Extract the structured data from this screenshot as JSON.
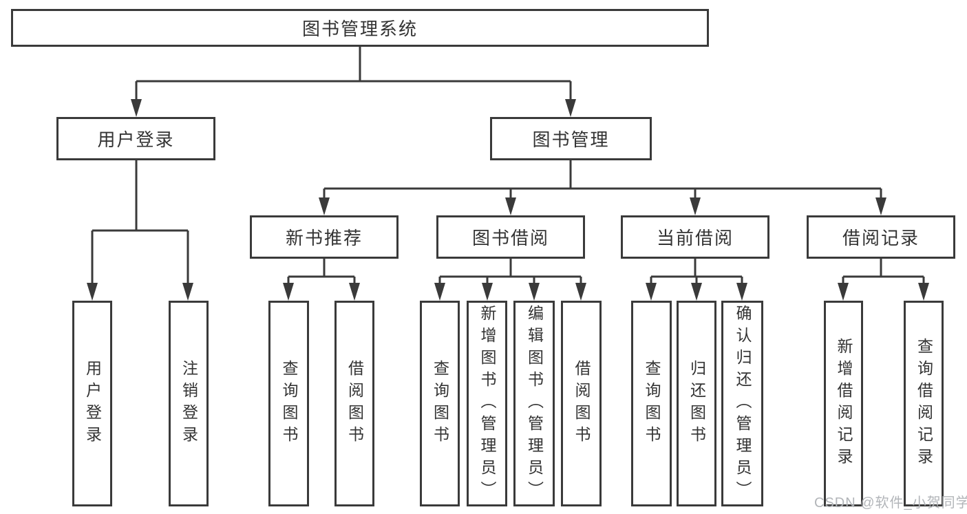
{
  "diagram": {
    "title": "图书管理系统",
    "type": "functional-structure-tree",
    "watermark": "CSDN @软件_小贺同学",
    "colors": {
      "line": "#3a3a3a",
      "box_border": "#3a3a3a",
      "box_fill": "#ffffff",
      "text": "#333333",
      "background": "#ffffff",
      "watermark": "#b2b5b9"
    },
    "nodes": {
      "root": {
        "label": "图书管理系统",
        "children": [
          "user_login",
          "book_mgmt"
        ]
      },
      "user_login": {
        "label": "用户登录",
        "children": [
          "user_login_action",
          "logout_action"
        ]
      },
      "book_mgmt": {
        "label": "图书管理",
        "children": [
          "new_book_rec",
          "book_borrow",
          "current_borrow",
          "borrow_records"
        ]
      },
      "new_book_rec": {
        "label": "新书推荐",
        "children": [
          "nbr_query_books",
          "nbr_borrow_books"
        ]
      },
      "book_borrow": {
        "label": "图书借阅",
        "children": [
          "bb_query_books",
          "bb_add_books",
          "bb_edit_books",
          "bb_borrow_books"
        ]
      },
      "current_borrow": {
        "label": "当前借阅",
        "children": [
          "cb_query_books",
          "cb_return_books",
          "cb_confirm_return"
        ]
      },
      "borrow_records": {
        "label": "借阅记录",
        "children": [
          "br_add_record",
          "br_query_record"
        ]
      },
      "user_login_action": {
        "label": "用户登录"
      },
      "logout_action": {
        "label": "注销登录"
      },
      "nbr_query_books": {
        "label": "查询图书"
      },
      "nbr_borrow_books": {
        "label": "借阅图书"
      },
      "bb_query_books": {
        "label": "查询图书"
      },
      "bb_add_books": {
        "label": "新增图书（管理员）"
      },
      "bb_edit_books": {
        "label": "编辑图书（管理员）"
      },
      "bb_borrow_books": {
        "label": "借阅图书"
      },
      "cb_query_books": {
        "label": "查询图书"
      },
      "cb_return_books": {
        "label": "归还图书"
      },
      "cb_confirm_return": {
        "label": "确认归还（管理员）"
      },
      "br_add_record": {
        "label": "新增借阅记录"
      },
      "br_query_record": {
        "label": "查询借阅记录"
      }
    }
  }
}
